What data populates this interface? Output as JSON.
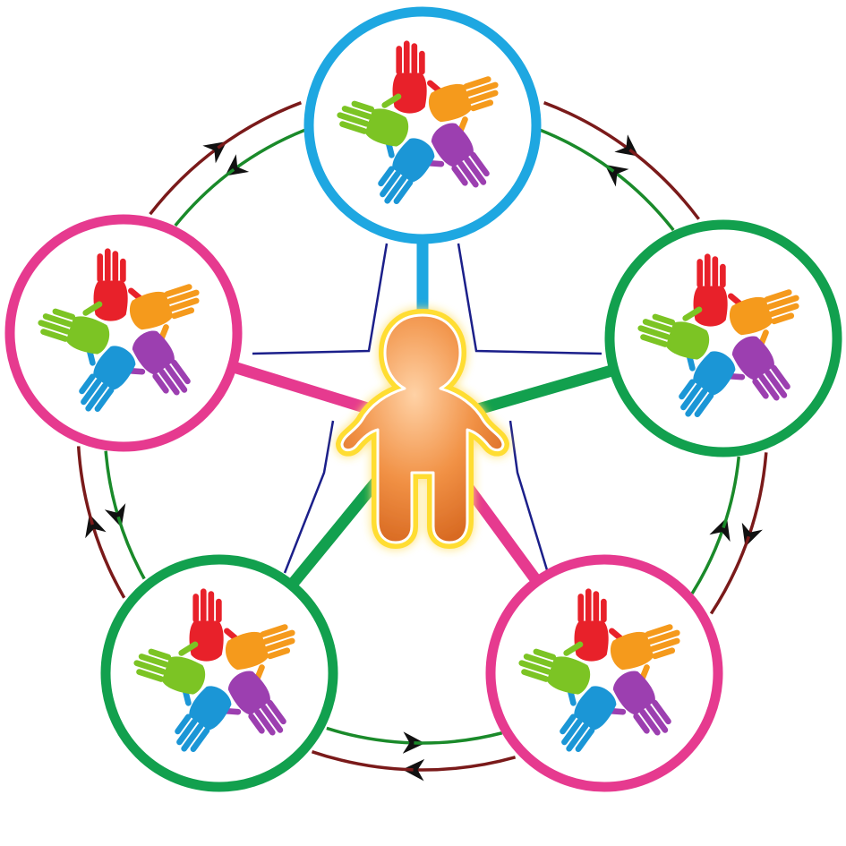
{
  "diagram": {
    "center": {
      "icon": "person-icon",
      "color": "#ee8a3c",
      "glow": "#ffdd33"
    },
    "nodes": [
      {
        "id": "top",
        "icon": "hands-circle-icon",
        "ring_color": "#1ea7e1"
      },
      {
        "id": "right",
        "icon": "hands-circle-icon",
        "ring_color": "#12a04e"
      },
      {
        "id": "bottom-right",
        "icon": "hands-circle-icon",
        "ring_color": "#e63a8f"
      },
      {
        "id": "bottom-left",
        "icon": "hands-circle-icon",
        "ring_color": "#12a04e"
      },
      {
        "id": "left",
        "icon": "hands-circle-icon",
        "ring_color": "#e63a8f"
      }
    ],
    "hand_colors": [
      "#e8212a",
      "#f59a1c",
      "#9c3fb0",
      "#1b96d6",
      "#7cc424"
    ],
    "outer_ring": {
      "color": "#7a1a1a",
      "direction": "clockwise"
    },
    "inner_ring": {
      "color": "#1a8a2a",
      "direction": "counterclockwise"
    },
    "star_lines_color": "#1b1f8a"
  }
}
